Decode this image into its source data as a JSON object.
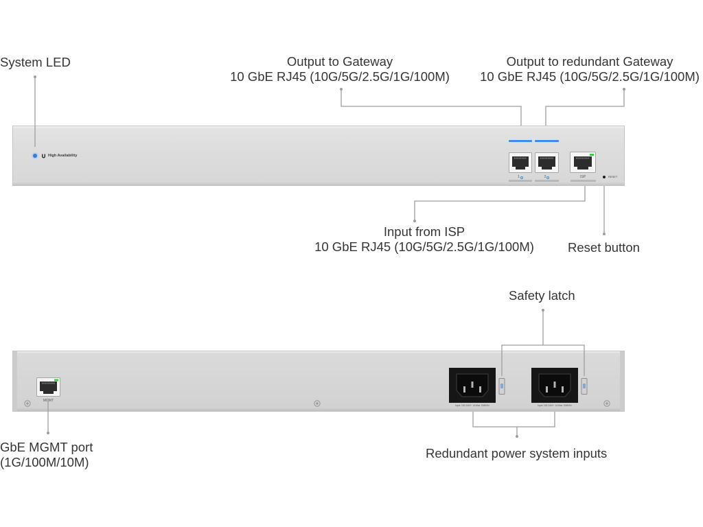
{
  "callouts": {
    "system_led": "System LED",
    "output_gateway": {
      "title": "Output to Gateway",
      "spec": "10 GbE RJ45 (10G/5G/2.5G/1G/100M)"
    },
    "output_redundant_gateway": {
      "title": "Output to redundant Gateway",
      "spec": "10 GbE RJ45 (10G/5G/2.5G/1G/100M)"
    },
    "input_isp": {
      "title": "Input from ISP",
      "spec": "10 GbE RJ45 (10G/5G/2.5G/1G/100M)"
    },
    "reset_button": "Reset button",
    "safety_latch": "Safety latch",
    "mgmt_port": {
      "title": "GbE MGMT port",
      "spec": "(1G/100M/10M)"
    },
    "power_inputs": "Redundant power system inputs"
  },
  "front_panel": {
    "logo_icon": "brand-logo-icon",
    "status_label": "High Availability",
    "ports": [
      {
        "label": "1",
        "icon": "link-port-icon"
      },
      {
        "label": "2",
        "icon": "link-port-icon"
      },
      {
        "label": "ISP"
      }
    ],
    "reset_label": "RESET"
  },
  "back_panel": {
    "mgmt_label": "MGMT",
    "power_inlets": [
      {
        "rating": "Input: 100-240V~ 1A Max, 50/60Hz"
      },
      {
        "rating": "Input: 100-240V~ 1A Max, 50/60Hz"
      }
    ]
  },
  "colors": {
    "system_led": "#2f7fe0",
    "link_bar": "#3d8bf0",
    "port_activity_led": "#36d13a",
    "panel": "#dcdcdc",
    "callout_line": "#9d9d9d",
    "text": "#353535"
  }
}
